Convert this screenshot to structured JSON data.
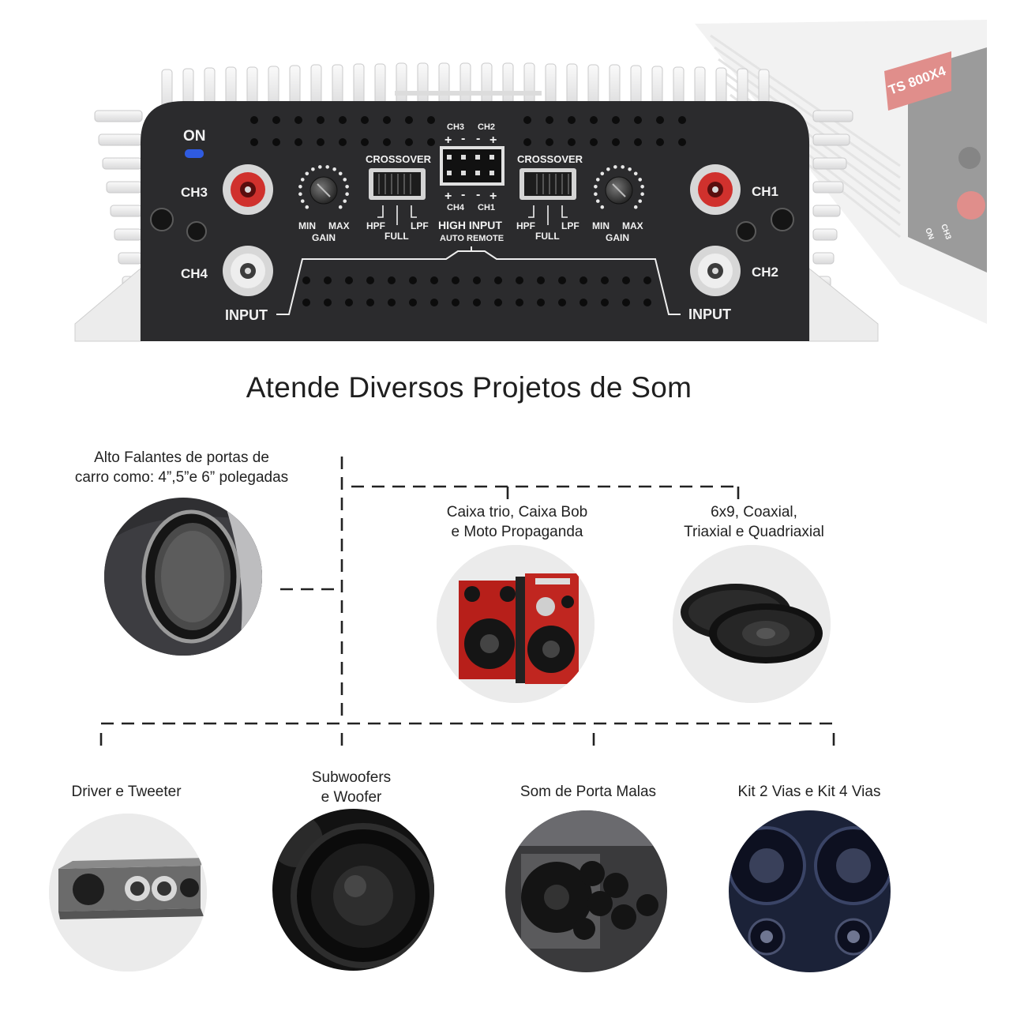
{
  "amplifier": {
    "model_badge": "TS 800X4",
    "on_label": "ON",
    "ch1": "CH1",
    "ch2": "CH2",
    "ch3": "CH3",
    "ch4": "CH4",
    "input_left": "INPUT",
    "input_right": "INPUT",
    "crossover_left": "CROSSOVER",
    "crossover_right": "CROSSOVER",
    "hpf_left": "HPF",
    "full_left": "FULL",
    "lpf_left": "LPF",
    "hpf_right": "HPF",
    "full_right": "FULL",
    "lpf_right": "LPF",
    "min_left": "MIN",
    "max_left": "MAX",
    "gain_left": "GAIN",
    "min_right": "MIN",
    "max_right": "MAX",
    "gain_right": "GAIN",
    "conn_ch3_top": "CH3",
    "conn_ch2_top": "CH2",
    "conn_ch4_bottom": "CH4",
    "conn_ch1_bottom": "CH1",
    "plus": "+",
    "minus": "-",
    "high_input": "HIGH INPUT",
    "auto_remote": "AUTO REMOTE",
    "side_on": "ON",
    "side_ch3": "CH3"
  },
  "headline": "Atende Diversos Projetos de Som",
  "items": [
    {
      "caption_line1": "Alto Falantes de portas de",
      "caption_line2": "carro como: 4”,5”e 6” polegadas",
      "icon": "door-speaker"
    },
    {
      "caption_line1": "Caixa trio, Caixa Bob",
      "caption_line2": "e Moto Propaganda",
      "icon": "trio-box"
    },
    {
      "caption_line1": "6x9, Coaxial,",
      "caption_line2": "Triaxial e Quadriaxial",
      "icon": "oval-speakers"
    },
    {
      "caption_line1": "Driver e Tweeter",
      "caption_line2": "",
      "icon": "tweeter-box"
    },
    {
      "caption_line1": "Subwoofers",
      "caption_line2": "e Woofer",
      "icon": "subwoofer"
    },
    {
      "caption_line1": "Som de Porta Malas",
      "caption_line2": "",
      "icon": "trunk-sound"
    },
    {
      "caption_line1": "Kit 2 Vias e Kit 4 Vias",
      "caption_line2": "",
      "icon": "speaker-kit"
    }
  ],
  "colors": {
    "panel": "#2b2b2d",
    "fins": "#e9e9ea",
    "rca_red": "#d0312d",
    "rca_white": "#eeeeee",
    "on_led": "#2f5be0",
    "circle_bg": "#ebebeb",
    "dash": "#222222"
  }
}
